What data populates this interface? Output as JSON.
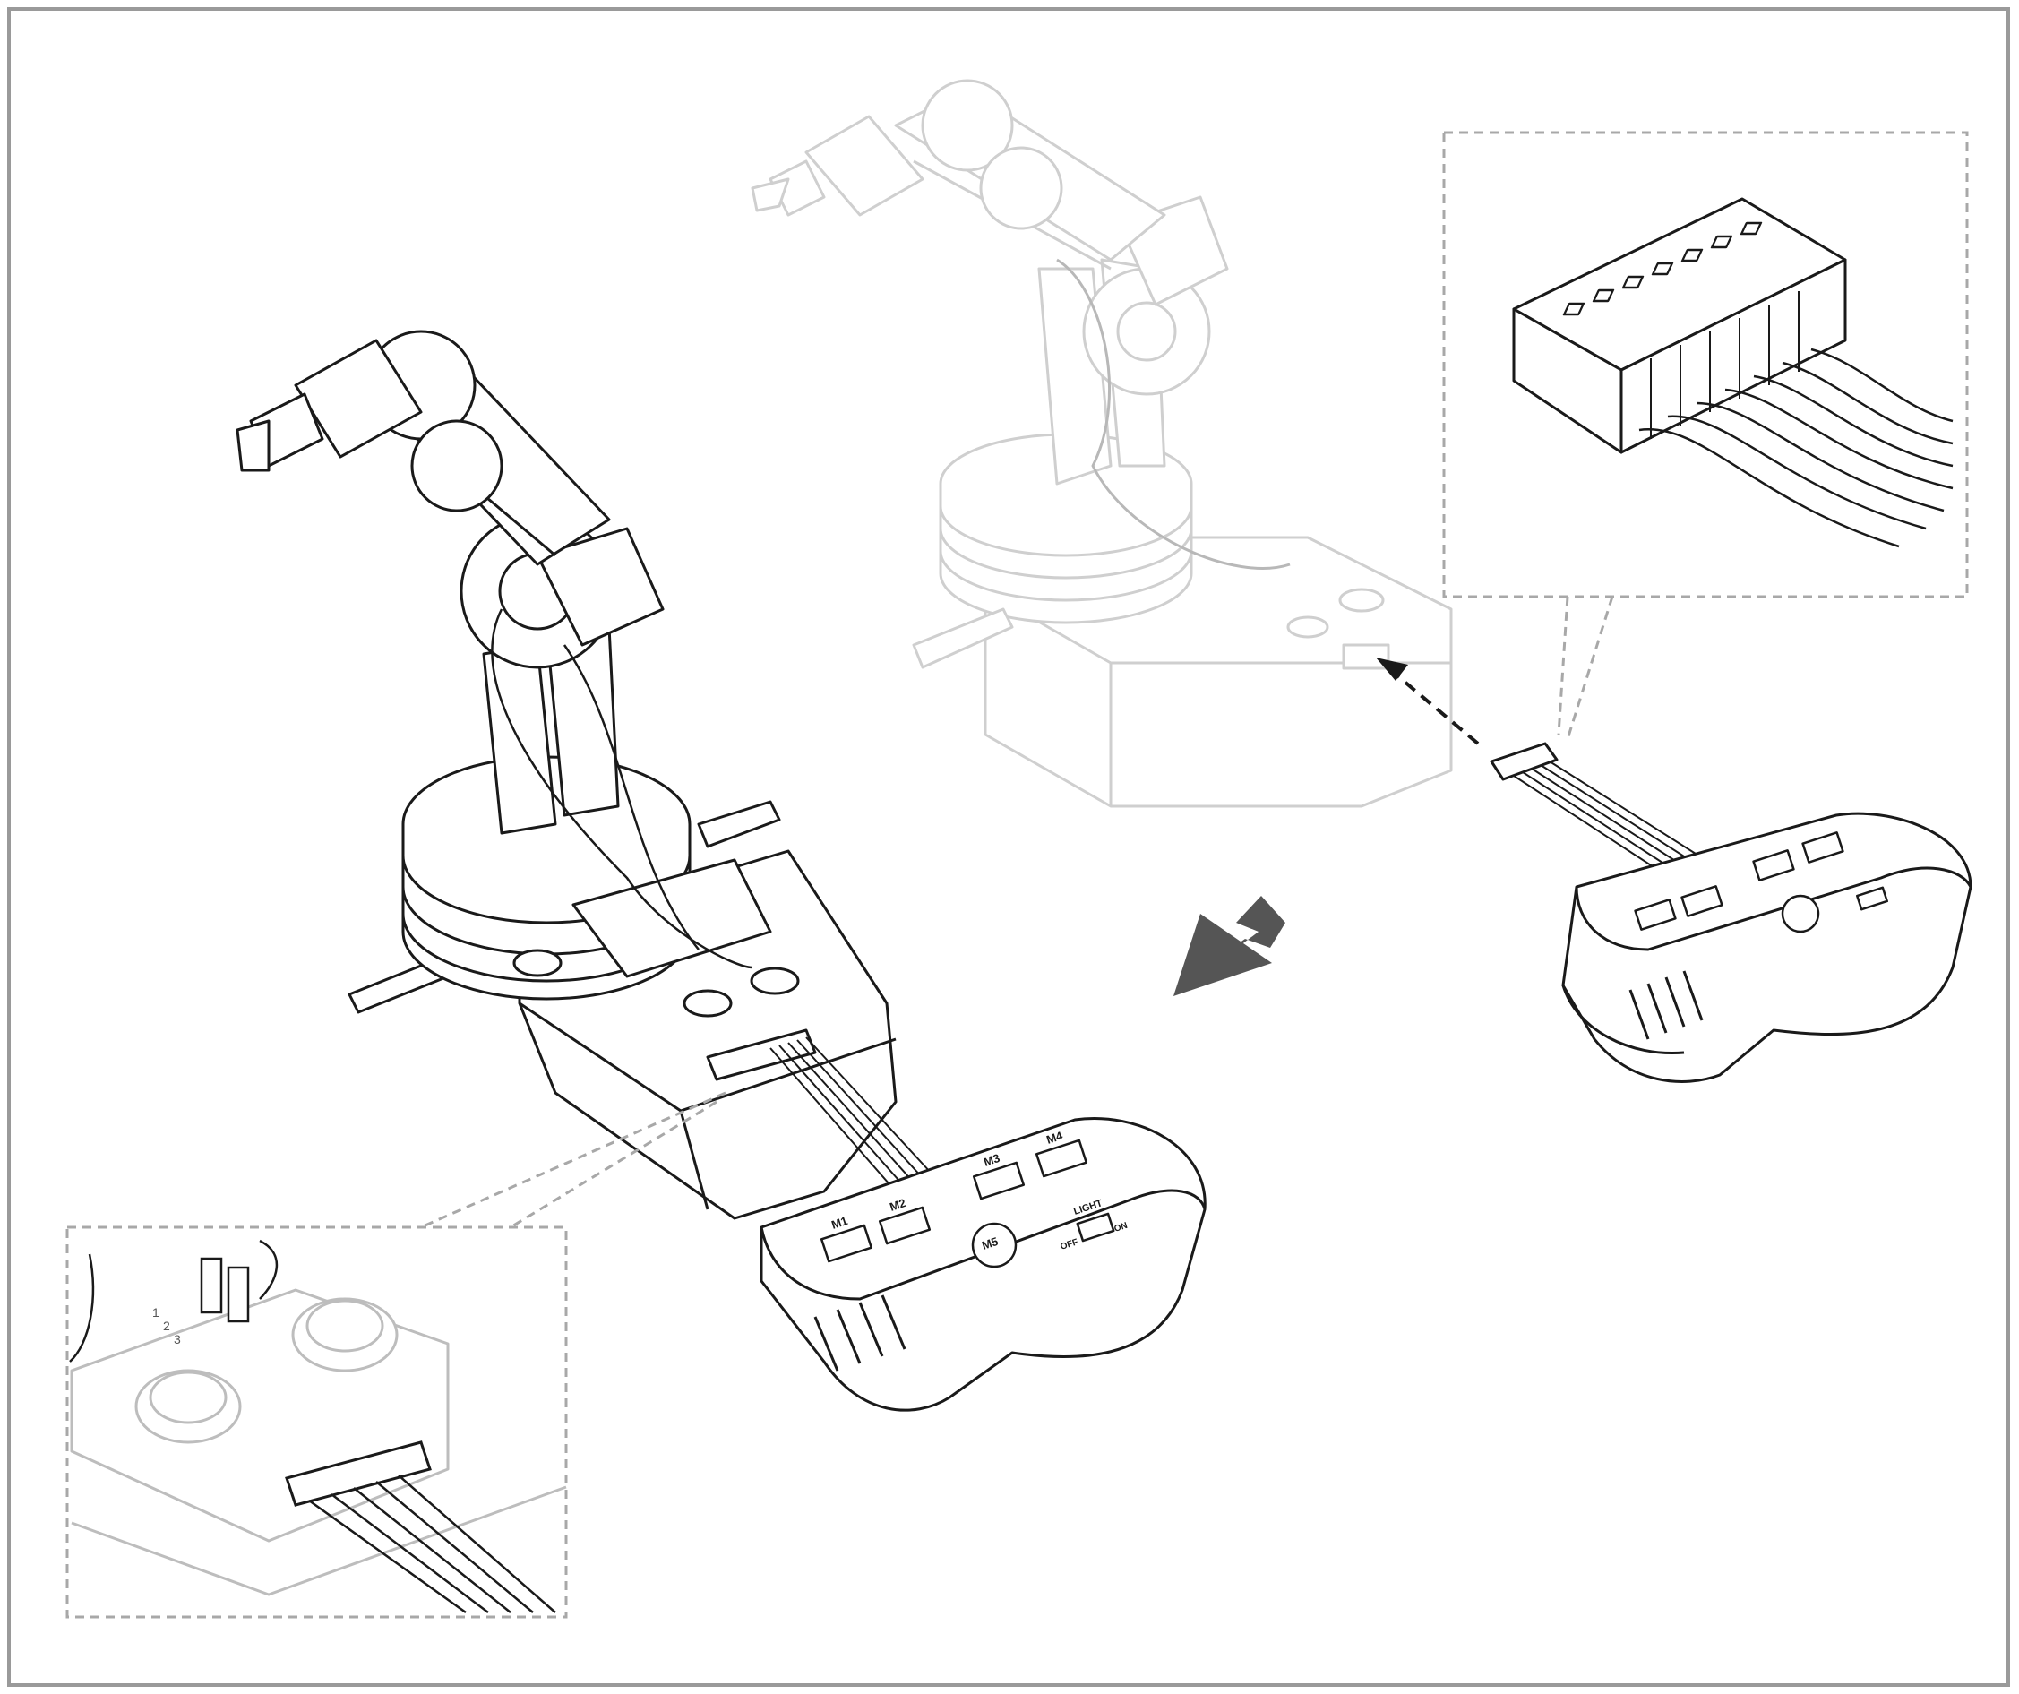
{
  "controller_labels": {
    "m1": "M1",
    "m2": "M2",
    "m3": "M3",
    "m4": "M4",
    "m5": "M5",
    "light": "LIGHT",
    "off": "OFF",
    "on": "ON"
  },
  "port_pins": [
    "1",
    "2",
    "3"
  ],
  "colors": {
    "frame": "#9a9a9a",
    "ink": "#1a1a1a",
    "ghost": "#cfcfcf",
    "callout_dash": "#a8a8a8",
    "arrow": "#555555"
  }
}
